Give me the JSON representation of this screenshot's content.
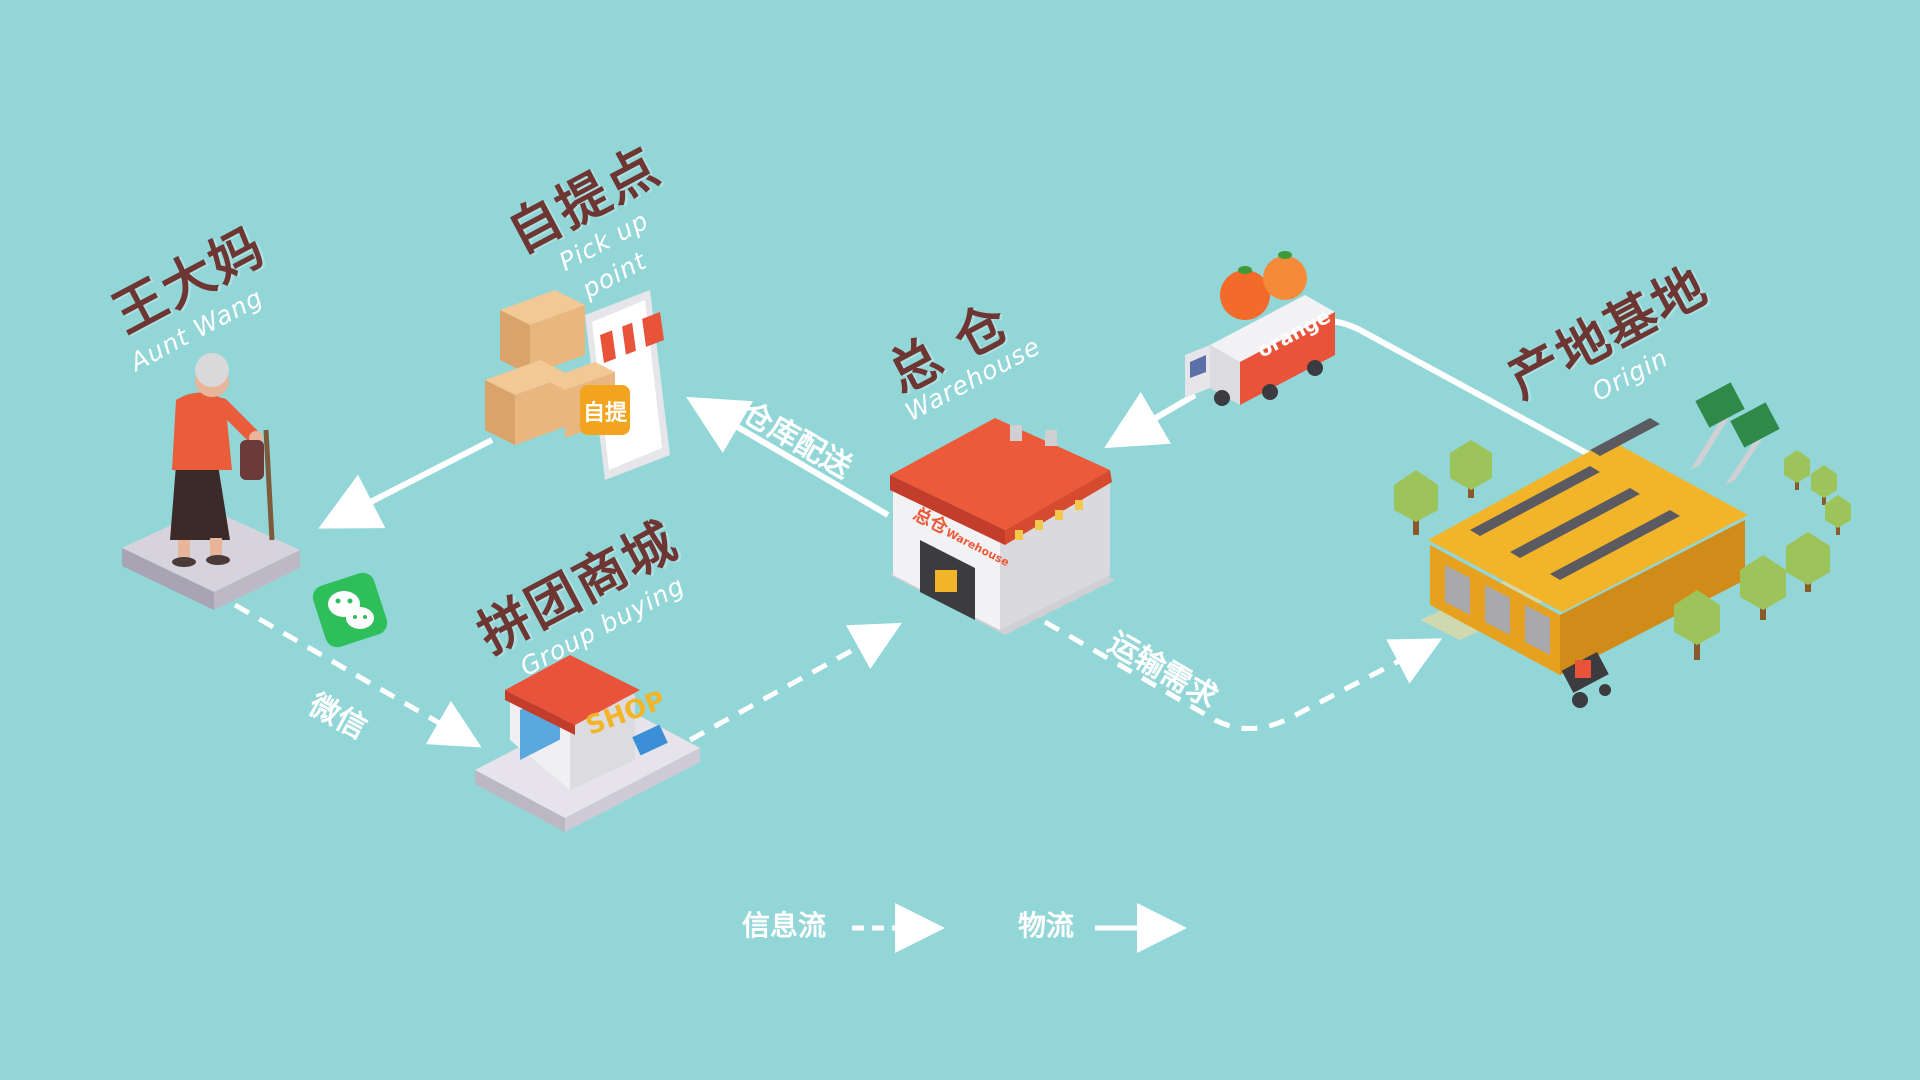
{
  "nodes": {
    "aunt_wang": {
      "zh": "王大妈",
      "en": "Aunt Wang"
    },
    "pickup": {
      "zh": "自提点",
      "en_line1": "Pick up",
      "en_line2": "point",
      "badge": "自提"
    },
    "group_buying": {
      "zh": "拼团商城",
      "en": "Group buying",
      "sign": "SHOP"
    },
    "warehouse": {
      "zh": "总 仓",
      "en": "Warehouse",
      "sign_zh": "总仓",
      "sign_en": "Warehouse"
    },
    "origin": {
      "zh": "产地基地",
      "en": "Origin"
    },
    "truck": {
      "label": "orange"
    }
  },
  "flows": {
    "wechat": "微信",
    "warehouse_delivery": "仓库配送",
    "transport_demand": "运输需求"
  },
  "legend": {
    "info_flow": "信息流",
    "logistics": "物流"
  },
  "colors": {
    "background": "#93d6d8",
    "label_dark": "#6d3632",
    "arrow": "#ffffff",
    "accent_orange": "#f0692f",
    "factory_yellow": "#f2b52a"
  }
}
